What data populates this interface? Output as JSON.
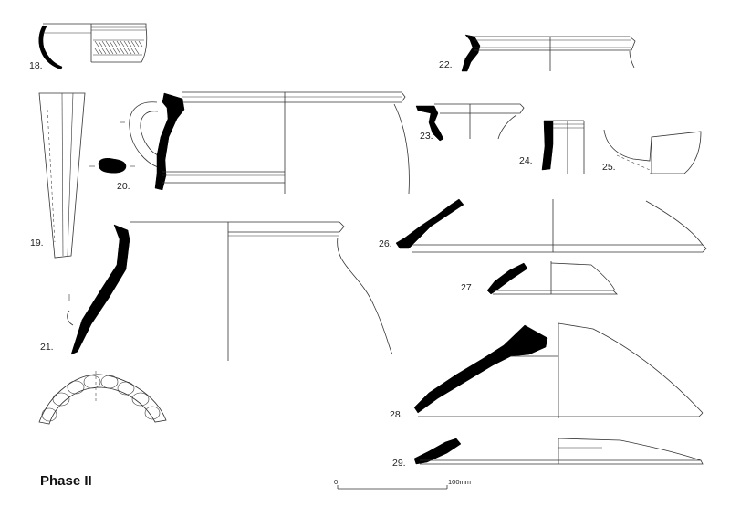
{
  "figure": {
    "phase_label": "Phase II",
    "scale": {
      "start_label": "0",
      "end_label": "100mm"
    },
    "items": [
      {
        "id": "18",
        "label": "18."
      },
      {
        "id": "19",
        "label": "19."
      },
      {
        "id": "20",
        "label": "20."
      },
      {
        "id": "21",
        "label": "21."
      },
      {
        "id": "22",
        "label": "22."
      },
      {
        "id": "23",
        "label": "23."
      },
      {
        "id": "24",
        "label": "24."
      },
      {
        "id": "25",
        "label": "25."
      },
      {
        "id": "26",
        "label": "26."
      },
      {
        "id": "27",
        "label": "27."
      },
      {
        "id": "28",
        "label": "28."
      },
      {
        "id": "29",
        "label": "29."
      }
    ]
  }
}
